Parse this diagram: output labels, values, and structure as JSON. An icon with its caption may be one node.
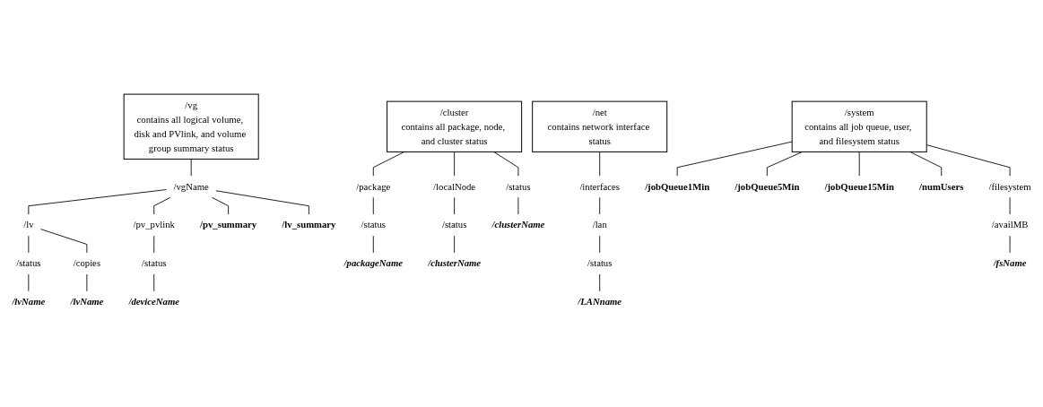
{
  "diagram": {
    "nodes": [
      {
        "text": [
          "/vg",
          "contains all logical volume, disk and PVlink, and volume group summary status"
        ]
      },
      {
        "text": [
          "/vgName"
        ]
      },
      {
        "text": [
          "/lv"
        ]
      },
      {
        "text": [
          "/pv_pvlink"
        ]
      },
      {
        "text": [
          "/pv_summary"
        ]
      },
      {
        "text": [
          "/lv_summary"
        ]
      },
      {
        "text": [
          "/status"
        ]
      },
      {
        "text": [
          "/copies"
        ]
      },
      {
        "text": [
          "/lvName"
        ]
      },
      {
        "text": [
          "/lvName"
        ]
      },
      {
        "text": [
          "/status"
        ]
      },
      {
        "text": [
          "/deviceName"
        ]
      },
      {
        "text": [
          "/cluster",
          "contains all package, node, and cluster status"
        ]
      },
      {
        "text": [
          "/package"
        ]
      },
      {
        "text": [
          "/localNode"
        ]
      },
      {
        "text": [
          "/status"
        ]
      },
      {
        "text": [
          "/status"
        ]
      },
      {
        "text": [
          "/packageName"
        ]
      },
      {
        "text": [
          "/status"
        ]
      },
      {
        "text": [
          "/clusterName"
        ]
      },
      {
        "text": [
          "/clusterName"
        ]
      },
      {
        "text": [
          "/net",
          "contains network interface status"
        ]
      },
      {
        "text": [
          "/interfaces"
        ]
      },
      {
        "text": [
          "/lan"
        ]
      },
      {
        "text": [
          "/status"
        ]
      },
      {
        "text": [
          "/LANname"
        ]
      },
      {
        "text": [
          "/system",
          "contains all job queue, user, and filesystem status"
        ]
      },
      {
        "text": [
          "/jobQueue1Min"
        ]
      },
      {
        "text": [
          "/jobQueue5Min"
        ]
      },
      {
        "text": [
          "/jobQueue15Min"
        ]
      },
      {
        "text": [
          "/numUsers"
        ]
      },
      {
        "text": [
          "/filesystem"
        ]
      },
      {
        "text": [
          "/availMB"
        ]
      },
      {
        "text": [
          "/fsName"
        ]
      }
    ],
    "edges": [
      {
        "from": 0,
        "to": 1,
        "arrow": "none"
      },
      {
        "from": 1,
        "to": 2,
        "arrow": "none"
      },
      {
        "from": 1,
        "to": 3,
        "arrow": "none"
      },
      {
        "from": 1,
        "to": 4,
        "arrow": "none"
      },
      {
        "from": 1,
        "to": 5,
        "arrow": "none"
      },
      {
        "from": 2,
        "to": 6,
        "arrow": "none"
      },
      {
        "from": 2,
        "to": 7,
        "arrow": "none"
      },
      {
        "from": 7,
        "to": 8,
        "arrow": "none"
      },
      {
        "from": 6,
        "to": 9,
        "arrow": "none"
      },
      {
        "from": 3,
        "to": 10,
        "arrow": "none"
      },
      {
        "from": 10,
        "to": 11,
        "arrow": "none"
      },
      {
        "from": 12,
        "to": 13,
        "arrow": "none"
      },
      {
        "from": 12,
        "to": 14,
        "arrow": "none"
      },
      {
        "from": 12,
        "to": 15,
        "arrow": "none"
      },
      {
        "from": 13,
        "to": 16,
        "arrow": "none"
      },
      {
        "from": 16,
        "to": 17,
        "arrow": "none"
      },
      {
        "from": 14,
        "to": 18,
        "arrow": "none"
      },
      {
        "from": 18,
        "to": 19,
        "arrow": "none"
      },
      {
        "from": 15,
        "to": 20,
        "arrow": "none"
      },
      {
        "from": 21,
        "to": 22,
        "arrow": "none"
      },
      {
        "from": 22,
        "to": 23,
        "arrow": "none"
      },
      {
        "from": 23,
        "to": 24,
        "arrow": "none"
      },
      {
        "from": 24,
        "to": 25,
        "arrow": "none"
      },
      {
        "from": 26,
        "to": 27,
        "arrow": "none"
      },
      {
        "from": 26,
        "to": 28,
        "arrow": "none"
      },
      {
        "from": 26,
        "to": 29,
        "arrow": "none"
      },
      {
        "from": 26,
        "to": 30,
        "arrow": "none"
      },
      {
        "from": 26,
        "to": 31,
        "arrow": "none"
      },
      {
        "from": 31,
        "to": 32,
        "arrow": "none"
      },
      {
        "from": 32,
        "to": 33,
        "arrow": "none"
      }
    ]
  }
}
